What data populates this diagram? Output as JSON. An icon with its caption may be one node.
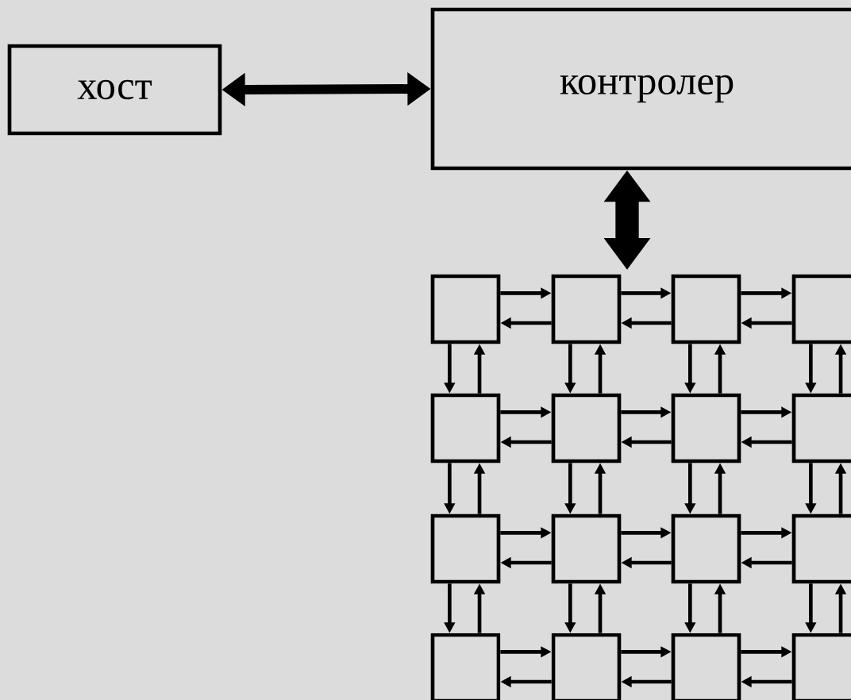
{
  "diagram": {
    "nodes": [
      {
        "text": [
          "хост"
        ]
      },
      {
        "text": [
          "контролер"
        ]
      },
      {
        "text": [],
        "shape": "box"
      },
      {
        "text": [],
        "shape": "box"
      },
      {
        "text": [],
        "shape": "box"
      },
      {
        "text": [],
        "shape": "box"
      },
      {
        "text": [],
        "shape": "box"
      },
      {
        "text": [],
        "shape": "box"
      },
      {
        "text": [],
        "shape": "box"
      },
      {
        "text": [],
        "shape": "box"
      },
      {
        "text": [],
        "shape": "box"
      },
      {
        "text": [],
        "shape": "box"
      },
      {
        "text": [],
        "shape": "box"
      },
      {
        "text": [],
        "shape": "box"
      },
      {
        "text": [],
        "shape": "box"
      },
      {
        "text": [],
        "shape": "box"
      },
      {
        "text": [],
        "shape": "box"
      },
      {
        "text": [],
        "shape": "box"
      }
    ],
    "edges": [
      {
        "from": 0,
        "to": 1,
        "arrow": "both",
        "style": "thick"
      },
      {
        "from": 1,
        "to": null,
        "arrow": "both",
        "style": "thick"
      },
      {
        "from": 2,
        "to": 3,
        "arrow": "to"
      },
      {
        "from": 3,
        "to": 2,
        "arrow": "to"
      },
      {
        "from": 3,
        "to": 4,
        "arrow": "to"
      },
      {
        "from": 4,
        "to": 3,
        "arrow": "to"
      },
      {
        "from": 4,
        "to": 5,
        "arrow": "to"
      },
      {
        "from": 5,
        "to": 4,
        "arrow": "to"
      },
      {
        "from": 6,
        "to": 7,
        "arrow": "to"
      },
      {
        "from": 7,
        "to": 6,
        "arrow": "to"
      },
      {
        "from": 7,
        "to": 8,
        "arrow": "to"
      },
      {
        "from": 8,
        "to": 7,
        "arrow": "to"
      },
      {
        "from": 8,
        "to": 9,
        "arrow": "to"
      },
      {
        "from": 9,
        "to": 8,
        "arrow": "to"
      },
      {
        "from": 10,
        "to": 11,
        "arrow": "to"
      },
      {
        "from": 11,
        "to": 10,
        "arrow": "to"
      },
      {
        "from": 11,
        "to": 12,
        "arrow": "to"
      },
      {
        "from": 12,
        "to": 11,
        "arrow": "to"
      },
      {
        "from": 12,
        "to": 13,
        "arrow": "to"
      },
      {
        "from": 13,
        "to": 12,
        "arrow": "to"
      },
      {
        "from": 14,
        "to": 15,
        "arrow": "to"
      },
      {
        "from": 15,
        "to": 14,
        "arrow": "to"
      },
      {
        "from": 15,
        "to": 16,
        "arrow": "to"
      },
      {
        "from": 16,
        "to": 15,
        "arrow": "to"
      },
      {
        "from": 16,
        "to": 17,
        "arrow": "to"
      },
      {
        "from": 17,
        "to": 16,
        "arrow": "to"
      },
      {
        "from": 2,
        "to": 6,
        "arrow": "to"
      },
      {
        "from": 6,
        "to": 2,
        "arrow": "to"
      },
      {
        "from": 3,
        "to": 7,
        "arrow": "to"
      },
      {
        "from": 7,
        "to": 3,
        "arrow": "to"
      },
      {
        "from": 4,
        "to": 8,
        "arrow": "to"
      },
      {
        "from": 8,
        "to": 4,
        "arrow": "to"
      },
      {
        "from": 5,
        "to": 9,
        "arrow": "to"
      },
      {
        "from": 9,
        "to": 5,
        "arrow": "to"
      },
      {
        "from": 6,
        "to": 10,
        "arrow": "to"
      },
      {
        "from": 10,
        "to": 6,
        "arrow": "to"
      },
      {
        "from": 7,
        "to": 11,
        "arrow": "to"
      },
      {
        "from": 11,
        "to": 7,
        "arrow": "to"
      },
      {
        "from": 8,
        "to": 12,
        "arrow": "to"
      },
      {
        "from": 12,
        "to": 8,
        "arrow": "to"
      },
      {
        "from": 9,
        "to": 13,
        "arrow": "to"
      },
      {
        "from": 13,
        "to": 9,
        "arrow": "to"
      },
      {
        "from": 10,
        "to": 14,
        "arrow": "to"
      },
      {
        "from": 14,
        "to": 10,
        "arrow": "to"
      },
      {
        "from": 11,
        "to": 15,
        "arrow": "to"
      },
      {
        "from": 15,
        "to": 11,
        "arrow": "to"
      },
      {
        "from": 12,
        "to": 16,
        "arrow": "to"
      },
      {
        "from": 16,
        "to": 12,
        "arrow": "to"
      },
      {
        "from": 13,
        "to": 17,
        "arrow": "to"
      },
      {
        "from": 17,
        "to": 13,
        "arrow": "to"
      }
    ]
  }
}
